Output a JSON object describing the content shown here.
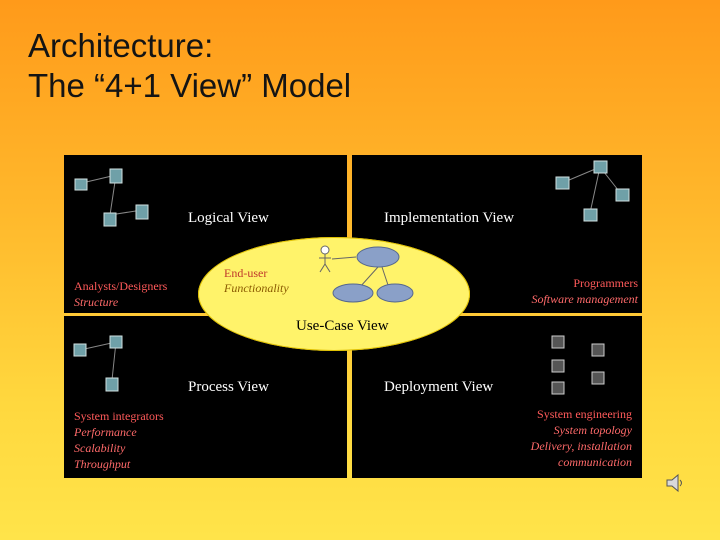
{
  "slide": {
    "title_line1": "Architecture:",
    "title_line2": "The “4+1 View” Model"
  },
  "views": {
    "logical": {
      "label": "Logical View",
      "role_title": "Analysts/Designers",
      "role_lines": [
        "Structure"
      ]
    },
    "implementation": {
      "label": "Implementation View",
      "role_title": "Programmers",
      "role_lines": [
        "Software management"
      ]
    },
    "process": {
      "label": "Process View",
      "role_title": "System integrators",
      "role_lines": [
        "Performance",
        "Scalability",
        "Throughput"
      ]
    },
    "deployment": {
      "label": "Deployment View",
      "role_title": "System engineering",
      "role_lines": [
        "System topology",
        "Delivery, installation",
        "communication"
      ]
    },
    "use_case": {
      "label": "Use-Case View",
      "role_title": "End-user",
      "role_lines": [
        "Functionality"
      ]
    }
  },
  "icons": [
    "package-diagram-icon",
    "actor-icon",
    "use-case-ellipse-icon",
    "node-cube-icon",
    "speaker-icon"
  ],
  "colors": {
    "background_top": "#ff9a1a",
    "background_bottom": "#ffe44a",
    "quadrant": "#000000",
    "oval": "#fff36a",
    "role_text": "#ff6a6a"
  }
}
